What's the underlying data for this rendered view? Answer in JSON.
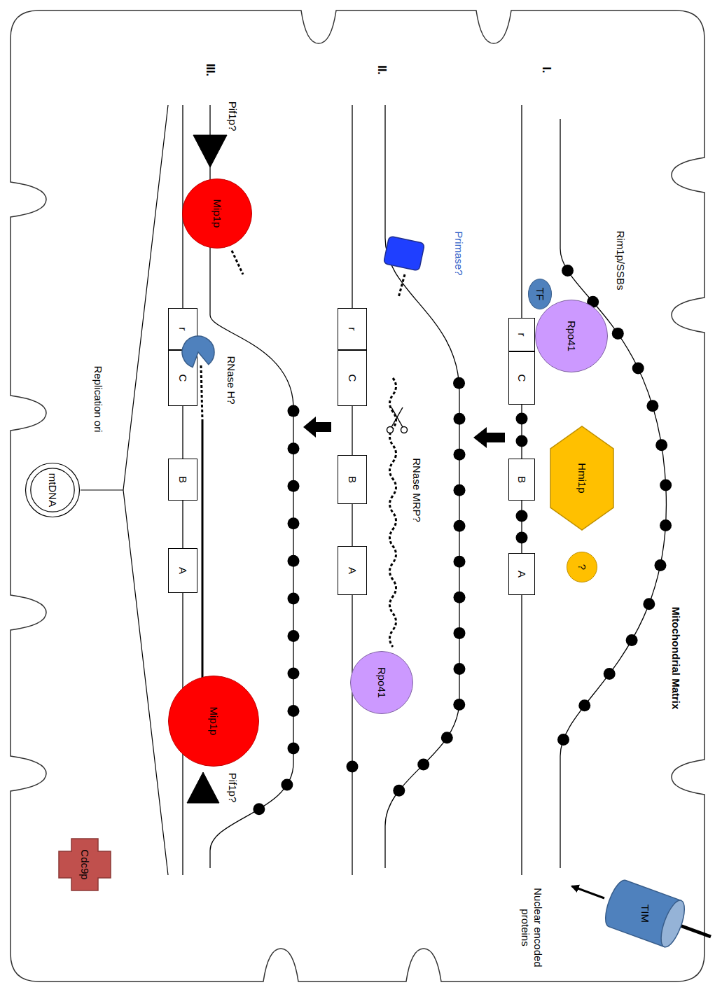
{
  "diagram": {
    "nodes": [
      {
        "text": [
          "Rpo41"
        ]
      },
      {
        "text": [
          "TF"
        ]
      },
      {
        "text": [
          "r"
        ]
      },
      {
        "text": [
          "C"
        ]
      },
      {
        "text": [
          "Hmi1p"
        ]
      },
      {
        "text": [
          "B"
        ]
      },
      {
        "text": [
          "?"
        ]
      },
      {
        "text": [
          "A"
        ]
      },
      {
        "text": [
          "TIM"
        ]
      },
      {
        "text": [
          "Primase?"
        ]
      },
      {
        "text": [
          "r"
        ]
      },
      {
        "text": [
          "C"
        ]
      },
      {
        "text": [
          "B"
        ]
      },
      {
        "text": [
          "A"
        ]
      },
      {
        "text": [
          "Rpo41"
        ]
      },
      {
        "text": [
          "Pif1p?"
        ]
      },
      {
        "text": [
          "Mip1p"
        ]
      },
      {
        "text": [
          "r"
        ]
      },
      {
        "text": [
          "RNase H?"
        ]
      },
      {
        "text": [
          "C"
        ]
      },
      {
        "text": [
          "B"
        ]
      },
      {
        "text": [
          "A"
        ]
      },
      {
        "text": [
          "Mip1p"
        ]
      },
      {
        "text": [
          "Pif1p?"
        ]
      },
      {
        "text": [
          "mtDNA"
        ]
      },
      {
        "text": [
          "Cdc9p"
        ]
      }
    ],
    "labels": [
      "Mitochondrial Matrix",
      "I.",
      "Rim1p/SSBs",
      "Nuclear encoded proteins",
      "II.",
      "RNase MRP?",
      "III.",
      "Replication ori"
    ]
  }
}
